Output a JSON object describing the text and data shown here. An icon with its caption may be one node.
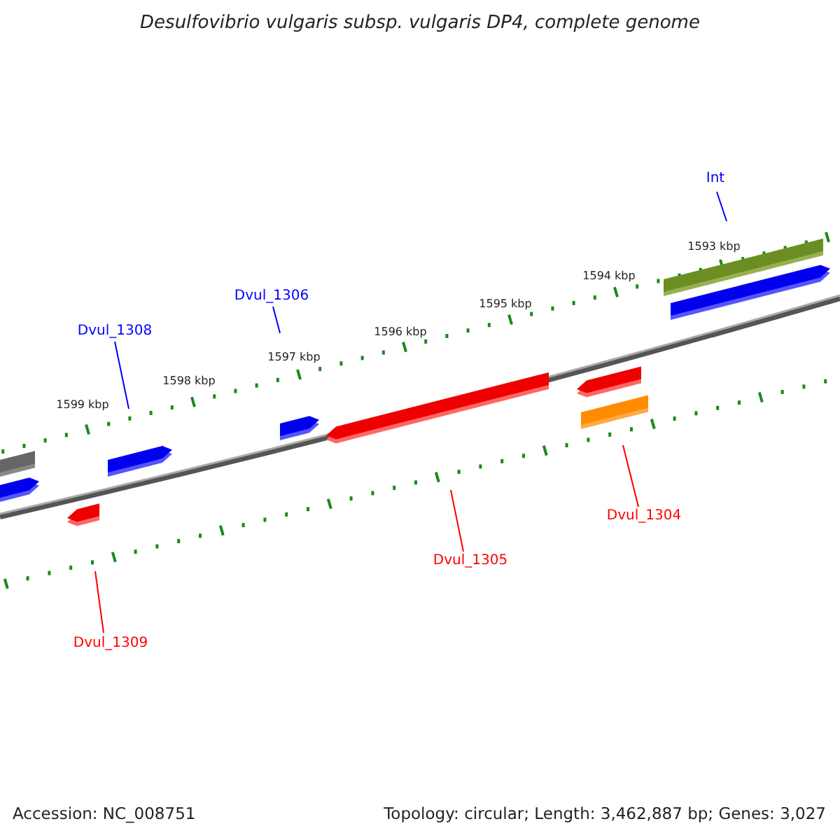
{
  "diagram": {
    "title": "Desulfovibrio vulgaris subsp. vulgaris DP4, complete genome",
    "nodes": [
      {
        "text": [
          "Int"
        ]
      },
      {
        "text": [
          "Dvul_1306"
        ]
      },
      {
        "text": [
          "Dvul_1308"
        ]
      },
      {
        "text": [
          "Dvul_1304"
        ]
      },
      {
        "text": [
          "Dvul_1305"
        ]
      },
      {
        "text": [
          "Dvul_1309"
        ]
      }
    ],
    "edges": [
      {
        "from": 0,
        "to": null,
        "arrow": "none"
      },
      {
        "from": 1,
        "to": null,
        "arrow": "none"
      },
      {
        "from": 2,
        "to": null,
        "arrow": "none"
      },
      {
        "from": 3,
        "to": null,
        "arrow": "none",
        "color": "#ff0000"
      },
      {
        "from": 4,
        "to": null,
        "arrow": "none",
        "color": "#ff0000"
      },
      {
        "from": 5,
        "to": null,
        "arrow": "none",
        "color": "#ff0000"
      }
    ],
    "labels": [
      "1593 kbp",
      "1594 kbp",
      "1595 kbp",
      "1596 kbp",
      "1597 kbp",
      "1598 kbp",
      "1599 kbp",
      "Accession: NC_008751",
      "Topology: circular; Length: 3,462,887 bp; Genes: 3,027"
    ]
  }
}
